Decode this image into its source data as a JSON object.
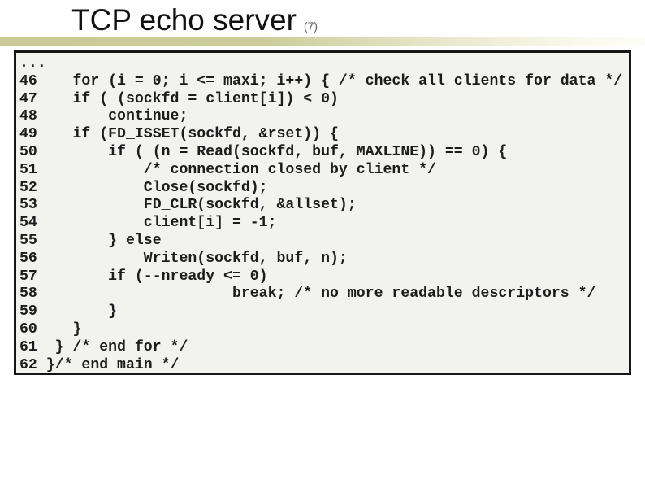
{
  "slide": {
    "title": {
      "text": "TCP echo server",
      "suffix": "(7)"
    },
    "divider": {
      "color_left": "#cbcc99",
      "color_right": "#fdfdf8"
    },
    "code": {
      "background": "#f2f2ee",
      "border_color": "#161616",
      "lines": [
        "...",
        "46    for (i = 0; i <= maxi; i++) { /* check all clients for data */",
        "47    if ( (sockfd = client[i]) < 0)",
        "48        continue;",
        "49    if (FD_ISSET(sockfd, &rset)) {",
        "50        if ( (n = Read(sockfd, buf, MAXLINE)) == 0) {",
        "51            /* connection closed by client */",
        "52            Close(sockfd);",
        "53            FD_CLR(sockfd, &allset);",
        "54            client[i] = -1;",
        "55        } else",
        "56            Writen(sockfd, buf, n);",
        "57        if (--nready <= 0)",
        "58                      break; /* no more readable descriptors */",
        "59        }",
        "60    }",
        "61  } /* end for */",
        "62 }/* end main */"
      ]
    }
  }
}
